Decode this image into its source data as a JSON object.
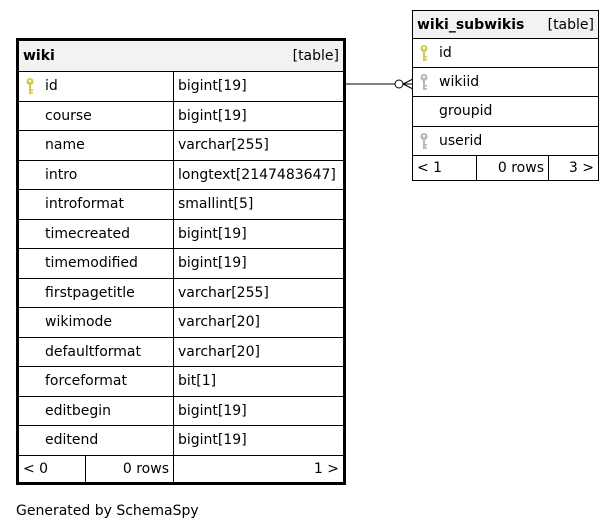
{
  "wiki": {
    "name": "wiki",
    "kind": "[table]",
    "columns": [
      {
        "name": "id",
        "type": "bigint[19]",
        "key": "primary"
      },
      {
        "name": "course",
        "type": "bigint[19]",
        "key": ""
      },
      {
        "name": "name",
        "type": "varchar[255]",
        "key": ""
      },
      {
        "name": "intro",
        "type": "longtext[2147483647]",
        "key": ""
      },
      {
        "name": "introformat",
        "type": "smallint[5]",
        "key": ""
      },
      {
        "name": "timecreated",
        "type": "bigint[19]",
        "key": ""
      },
      {
        "name": "timemodified",
        "type": "bigint[19]",
        "key": ""
      },
      {
        "name": "firstpagetitle",
        "type": "varchar[255]",
        "key": ""
      },
      {
        "name": "wikimode",
        "type": "varchar[20]",
        "key": ""
      },
      {
        "name": "defaultformat",
        "type": "varchar[20]",
        "key": ""
      },
      {
        "name": "forceformat",
        "type": "bit[1]",
        "key": ""
      },
      {
        "name": "editbegin",
        "type": "bigint[19]",
        "key": ""
      },
      {
        "name": "editend",
        "type": "bigint[19]",
        "key": ""
      }
    ],
    "footer": {
      "parents": "< 0",
      "rows": "0 rows",
      "children": "1 >"
    }
  },
  "wiki_subwikis": {
    "name": "wiki_subwikis",
    "kind": "[table]",
    "columns": [
      {
        "name": "id",
        "key": "primary"
      },
      {
        "name": "wikiid",
        "key": "foreign"
      },
      {
        "name": "groupid",
        "key": ""
      },
      {
        "name": "userid",
        "key": "foreign"
      }
    ],
    "footer": {
      "parents": "< 1",
      "rows": "0 rows",
      "children": "3 >"
    }
  },
  "caption": "Generated by SchemaSpy",
  "colors": {
    "primary_key": "#d4c84a",
    "foreign_key": "#b8b8b8",
    "header_bg": "#f2f2f2"
  }
}
